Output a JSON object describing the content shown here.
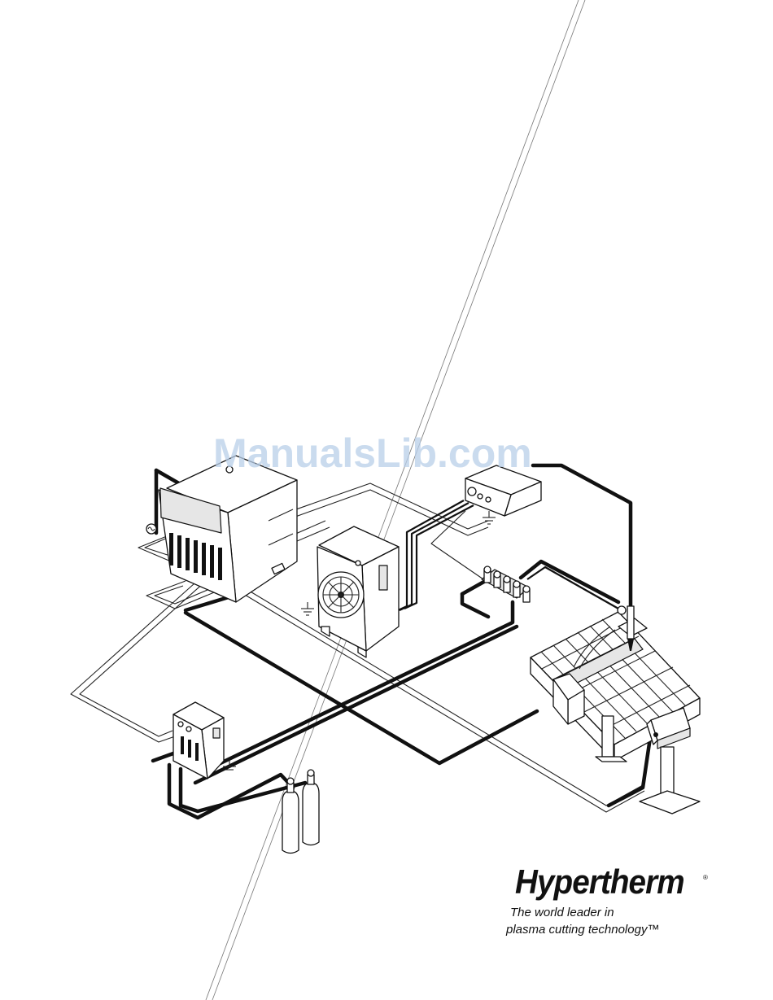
{
  "watermark": {
    "text": "ManualsLib.com"
  },
  "brand": {
    "name": "Hypertherm",
    "registered_mark": "®",
    "tagline_line1": "The world leader in",
    "tagline_line2": "plasma cutting technology™"
  },
  "colors": {
    "ink": "#111111",
    "watermark": "#b9cfe9",
    "background": "#ffffff"
  },
  "components": {
    "power_supply": "power-supply-icon",
    "chiller": "fan-cooler-icon",
    "ignition_console": "ignition-console-icon",
    "gas_console": "gas-console-icon",
    "valve_manifold": "valve-manifold-icon",
    "torch": "plasma-torch-icon",
    "cutting_table": "cutting-table-icon",
    "cnc_pendant": "cnc-pendant-icon",
    "gas_cylinders": "gas-cylinder-icon",
    "ground": "ground-symbol-icon"
  }
}
